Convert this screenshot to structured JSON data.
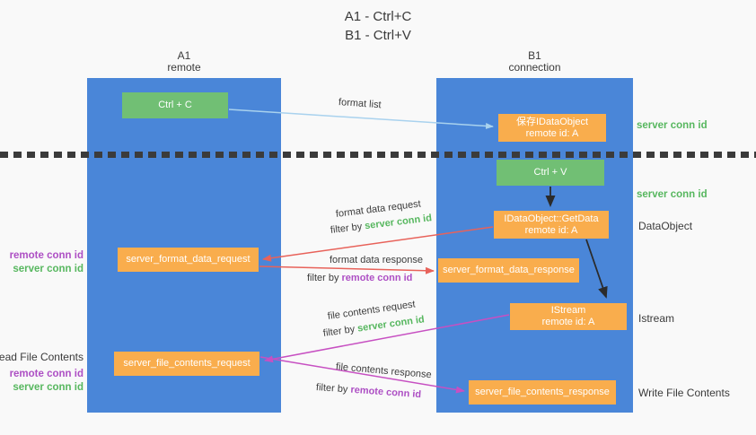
{
  "title_lines": [
    "A1 - Ctrl+C",
    "B1 - Ctrl+V"
  ],
  "lanes": {
    "left": {
      "title": "A1",
      "subtitle": "remote"
    },
    "right": {
      "title": "B1",
      "subtitle": "connection"
    }
  },
  "boxes": {
    "ctrl_c": "Ctrl + C",
    "ctrl_v": "Ctrl + V",
    "save_idataobject": {
      "line1": "保存IDataObject",
      "line2": "remote id: A"
    },
    "getdata": {
      "line1": "IDataObject::GetData",
      "line2": "remote id: A"
    },
    "istream": {
      "line1": "IStream",
      "line2": "remote id: A"
    },
    "format_request": "server_format_data_request",
    "format_response": "server_format_data_response",
    "file_request": "server_file_contents_request",
    "file_response": "server_file_contents_response"
  },
  "flow_labels": {
    "format_list": "format list",
    "format_data_request": "format data request",
    "format_data_response": "format data response",
    "file_contents_request": "file contents request",
    "file_contents_response": "file contents response",
    "filter_by": "filter by",
    "server_conn_id": "server conn id",
    "remote_conn_id": "remote conn id"
  },
  "side_labels": {
    "server_conn_id": "server conn id",
    "remote_conn_id": "remote conn id",
    "dataobject": "DataObject",
    "istream": "Istream",
    "read_file_contents": "Read File Contents",
    "write_file_contents": "Write File Contents"
  },
  "colors": {
    "lane_fill": "#4a86d8",
    "green_box": "#71bf74",
    "orange_box": "#f9ad4d",
    "green_label": "#57b75f",
    "purple_label": "#ad4fc4",
    "red_arrow": "#e8625a",
    "magenta_arrow": "#c750c2",
    "light_blue_arrow": "#a9d2ee",
    "black_arrow": "#2b2b2b",
    "text": "#3c3c3c",
    "background": "#f9f9f9"
  }
}
